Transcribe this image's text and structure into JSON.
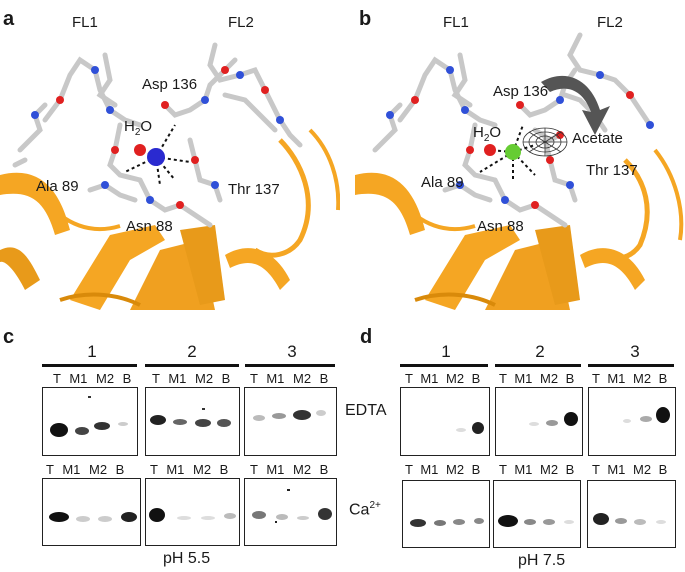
{
  "panels": {
    "a": {
      "letter": "a",
      "labels": {
        "fl1": "FL1",
        "fl2": "FL2",
        "asp": "Asp 136",
        "water": "H",
        "water_sub": "2",
        "water_o": "O",
        "ala": "Ala 89",
        "thr": "Thr 137",
        "asn": "Asn 88"
      }
    },
    "b": {
      "letter": "b",
      "labels": {
        "fl1": "FL1",
        "fl2": "FL2",
        "asp": "Asp 136",
        "water": "H",
        "water_sub": "2",
        "water_o": "O",
        "acetate": "Acetate",
        "ala": "Ala 89",
        "thr": "Thr 137",
        "asn": "Asn 88"
      }
    },
    "c": {
      "letter": "c",
      "groups": [
        "1",
        "2",
        "3"
      ],
      "lanes": "T  M1  M2  B",
      "ph": "pH 5.5"
    },
    "d": {
      "letter": "d",
      "groups": [
        "1",
        "2",
        "3"
      ],
      "lanes": "T  M1  M2  B",
      "ph": "pH 7.5"
    }
  },
  "conditions": {
    "edta": "EDTA",
    "ca": "Ca",
    "ca_sup": "2+"
  },
  "colors": {
    "ribbon": "#f5a623",
    "ribbon_dark": "#d98a0a",
    "stick": "#c8c8c8",
    "oxygen": "#e02020",
    "nitrogen": "#3050d8",
    "metal_a": "#2a2ad0",
    "metal_b": "#66cc33",
    "arrow": "#555555"
  }
}
